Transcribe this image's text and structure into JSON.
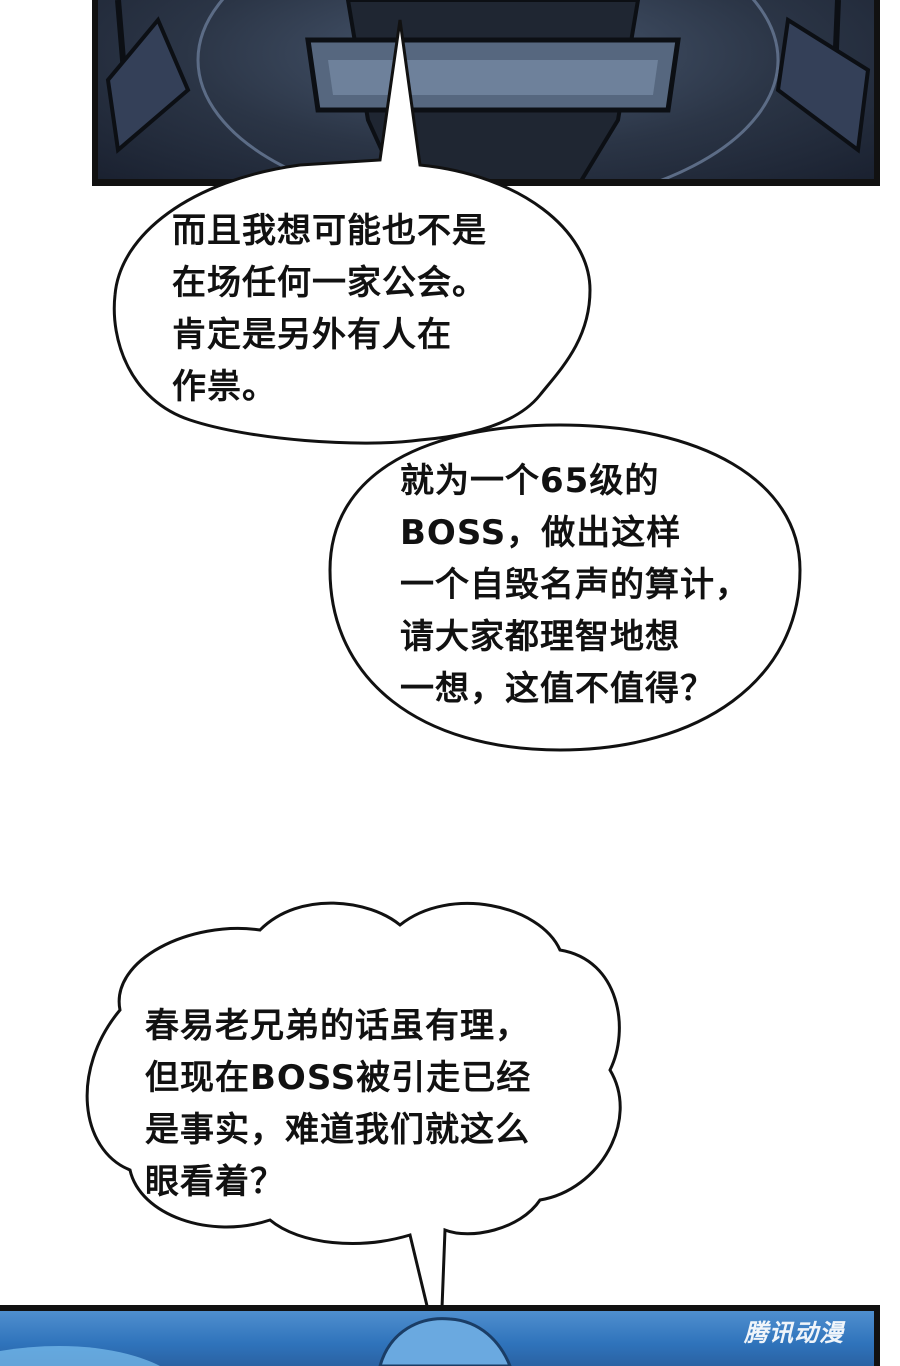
{
  "bubbles": [
    {
      "lines": [
        "而且我想可能也不是",
        "在场任何一家公会。",
        "肯定是另外有人在",
        "作祟。"
      ]
    },
    {
      "lines": [
        "就为一个65级的",
        "BOSS，做出这样",
        "一个自毁名声的算计，",
        "请大家都理智地想",
        "一想，这值不值得？"
      ]
    },
    {
      "lines": [
        "春易老兄弟的话虽有理，",
        "但现在BOSS被引走已经",
        "是事实，难道我们就这么",
        "眼看着？"
      ]
    }
  ],
  "watermark": "腾讯动漫",
  "colors": {
    "panel_border": "#111111",
    "top_panel": "#2b3546",
    "bottom_panel": "#2f73bb"
  }
}
